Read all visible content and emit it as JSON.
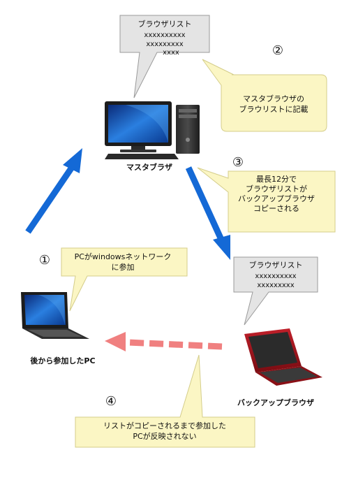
{
  "master": {
    "label": "マスタブラザ",
    "browse_list": {
      "title": "ブラウザリスト",
      "entries": [
        "xxxxxxxxxx",
        "xxxxxxxxx",
        "xxxx"
      ]
    }
  },
  "steps": [
    {
      "number": "①",
      "text": [
        "PCがwindowsネットワーク",
        "に参加"
      ]
    },
    {
      "number": "②",
      "text": [
        "マスタブラウザの",
        "ブラウリストに記載"
      ]
    },
    {
      "number": "③",
      "text": [
        "最長12分で",
        "ブラウザリストが",
        "バックアップブラウザ",
        "コピーされる"
      ]
    },
    {
      "number": "④",
      "text": [
        "リストがコピーされるまで参加した",
        "PCが反映されない"
      ]
    }
  ],
  "backup": {
    "label": "バックアップブラウザ",
    "browse_list": {
      "title": "ブラウザリスト",
      "entries": [
        "xxxxxxxxxx",
        "xxxxxxxxx"
      ]
    }
  },
  "new_pc": {
    "label": "後から参加したPC"
  },
  "colors": {
    "note_fill": "#fbf6c4",
    "note_stroke": "#d4cd8a",
    "list_fill": "#e4e4e4",
    "list_stroke": "#9a9a9a",
    "arrow_blue": "#1469d6",
    "arrow_red": "#f08080"
  }
}
